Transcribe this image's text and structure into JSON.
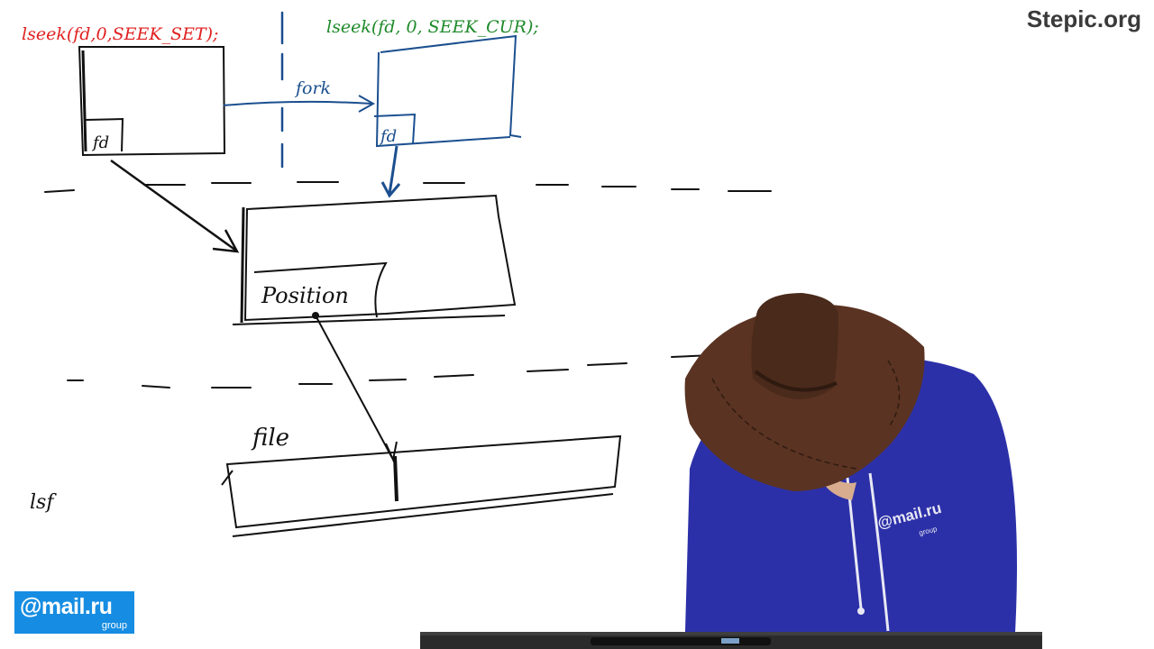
{
  "brand": {
    "watermark": "Stepic.org",
    "logo_main": "@mail.ru",
    "logo_sub": "group",
    "logo_color": "#168de2"
  },
  "whiteboard": {
    "left_call": "lseek(fd,0,SEEK_SET);",
    "right_call": "lseek(fd, 0, SEEK_CUR);",
    "left_fd_label": "fd",
    "right_fd_label": "fd",
    "fork_label": "fork",
    "position_label": "Position",
    "file_label": "file",
    "margin_note": "lsf",
    "colors": {
      "left_call": "#e02020",
      "right_call": "#1f8a2a",
      "ink": "#111111",
      "process_blue": "#1b4f8f"
    }
  },
  "presenter": {
    "hoodie_logo": "@mail.ru",
    "hoodie_logo_sub": "group"
  }
}
